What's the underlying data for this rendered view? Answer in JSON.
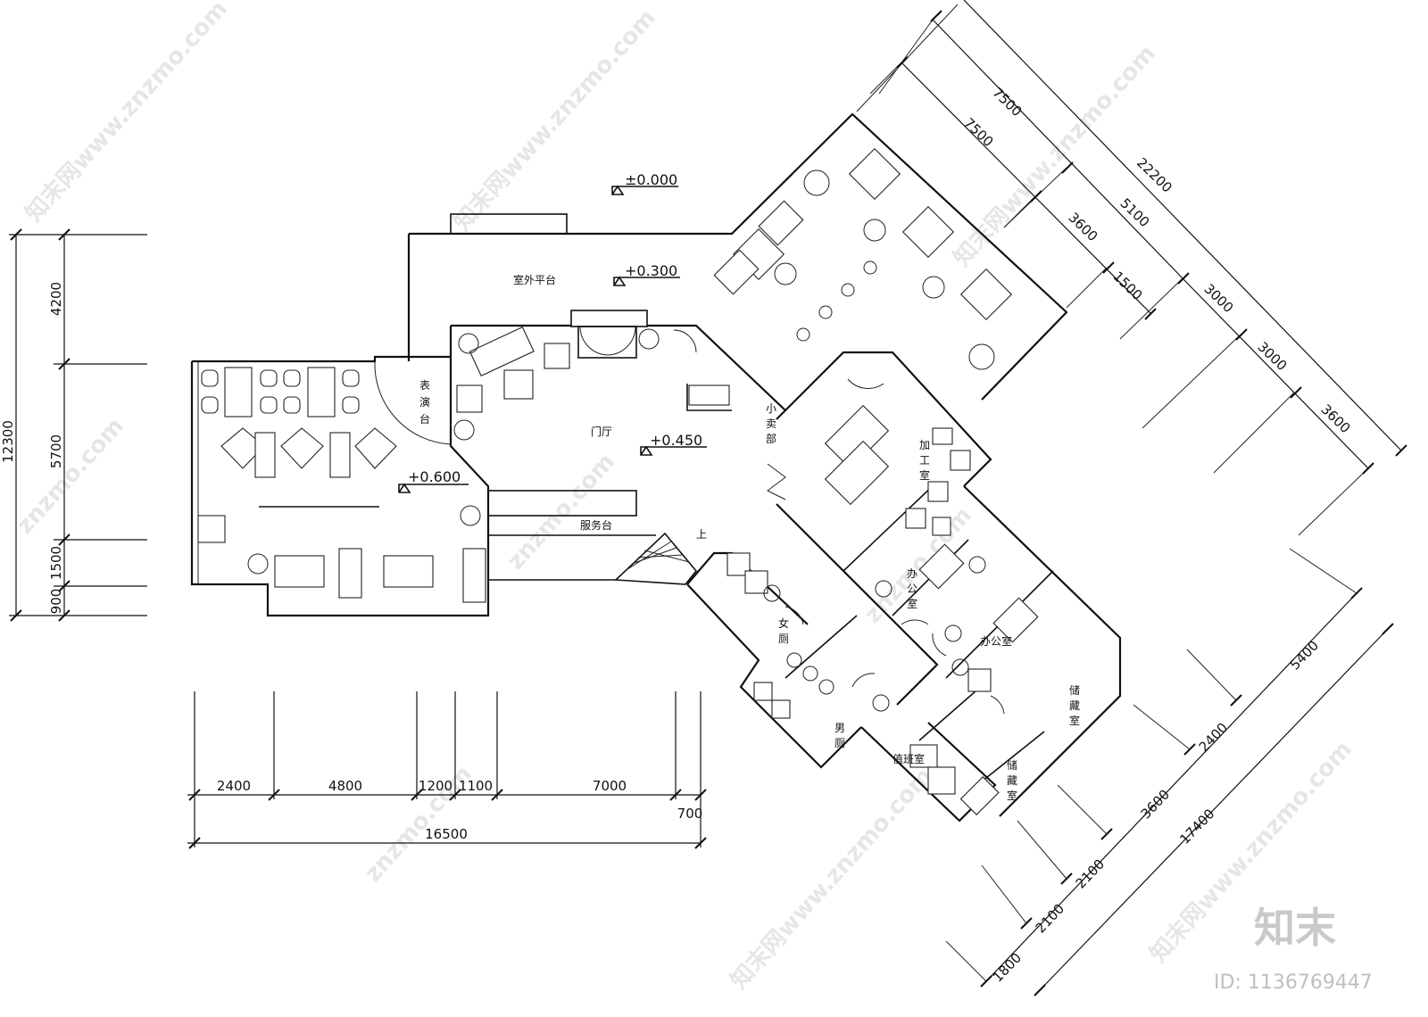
{
  "levels": {
    "l0": "±0.000",
    "l1": "+0.300",
    "l2": "+0.450",
    "l3": "+0.600"
  },
  "rooms": {
    "terrace": "室外平台",
    "stage_1": "表",
    "stage_2": "演",
    "stage_3": "台",
    "lobby": "门厅",
    "shop_1": "小",
    "shop_2": "卖",
    "shop_3": "部",
    "service": "服务台",
    "up": "上",
    "process_1": "加",
    "process_2": "工",
    "process_3": "室",
    "office_a_1": "办",
    "office_a_2": "公",
    "office_a_3": "室",
    "office_b": "办公室",
    "storage_1": "储",
    "storage_2": "藏",
    "storage_3": "室",
    "storage_b_1": "储",
    "storage_b_2": "藏",
    "storage_b_3": "室",
    "women_1": "女",
    "women_2": "厕",
    "men_1": "男",
    "men_2": "厕",
    "duty": "值班室"
  },
  "dims_left": {
    "d1": "4200",
    "d2": "5700",
    "d3": "1500",
    "d4": "900",
    "total": "12300"
  },
  "dims_bottom": {
    "d1": "2400",
    "d2": "4800",
    "d3": "1200",
    "d4": "1100",
    "d5": "7000",
    "d6": "700",
    "total": "16500"
  },
  "dims_upper_right": {
    "a1": "7500",
    "a2": "7500",
    "a3": "3600",
    "a4": "5100",
    "a5": "1500",
    "a6": "3000",
    "a7": "3000",
    "a8": "3600",
    "total": "22200"
  },
  "dims_lower_right": {
    "b1": "5400",
    "b2": "2400",
    "b3": "3600",
    "b4": "2100",
    "b5": "2100",
    "b6": "1800",
    "total": "17400"
  },
  "watermark": {
    "site": "znzmo.com",
    "brand": "知末网www.znzmo.com",
    "logo": "知末",
    "id": "ID: 1136769447"
  }
}
